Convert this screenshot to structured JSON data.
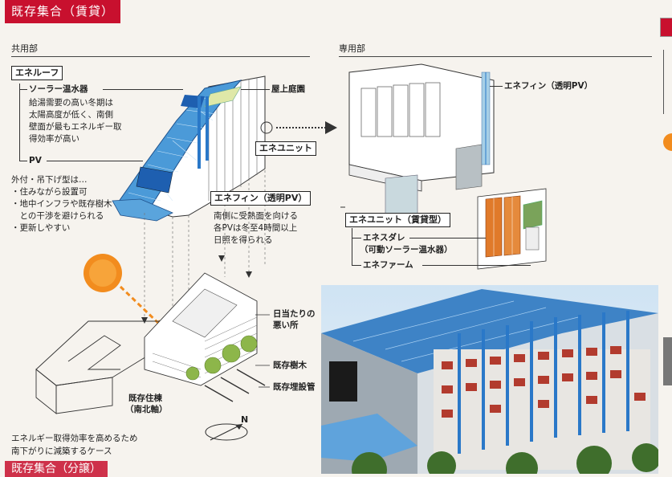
{
  "header": {
    "title": "既存集合（賃貸）",
    "next_title": "既存集合（分譲）"
  },
  "sections": {
    "common": "共用部",
    "private": "専用部"
  },
  "labels": {
    "ene_roof": "エネルーフ",
    "solar_heater": "ソーラー温水器",
    "solar_desc": [
      "給湯需要の高い冬期は",
      "太陽高度が低く、南側",
      "壁面が最もエネルギー取",
      "得効率が高い"
    ],
    "pv": "PV",
    "pv_desc": [
      "外付・吊下げ型は…",
      "・住みながら設置可",
      "・地中インフラや既存樹木",
      "　との干渉を避けられる",
      "・更新しやすい"
    ],
    "rooftop_garden": "屋上庭園",
    "ene_unit": "エネユニット",
    "ene_fin": "エネフィン（透明PV）",
    "ene_fin_desc": [
      "南側に受熱面を向ける",
      "各PVは冬至4時間以上",
      "日照を得られる"
    ],
    "ene_fin_right": "エネフィン（透明PV）",
    "ene_unit_rental": "エネユニット（賃貸型）",
    "ene_sudare": "エネスダレ",
    "ene_sudare_sub": "（可動ソーラー温水器）",
    "ene_farm": "エネファーム",
    "sunny_bad": [
      "日当たりの",
      "悪い所"
    ],
    "existing_trees": "既存樹木",
    "existing_pipes": "既存埋設管",
    "existing_bldg": [
      "既存住棟",
      "（南北軸）"
    ],
    "caption": [
      "エネルギー取得効率を高めるため",
      "南下がりに減築するケース"
    ],
    "compass": "N"
  },
  "colors": {
    "accent": "#c8102e",
    "pv_blue": "#2a78c8",
    "heater_orange": "#e07a2a",
    "sun": "#f28c1e"
  },
  "icons": [
    "sun-icon",
    "compass-icon",
    "arrow-right-icon"
  ]
}
